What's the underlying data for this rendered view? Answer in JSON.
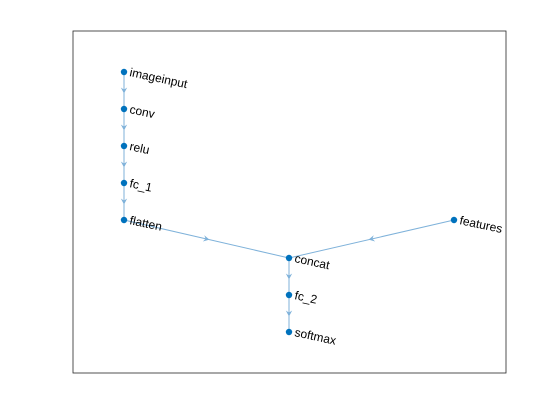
{
  "graph": {
    "nodes": [
      {
        "id": "imageinput",
        "label": "imageinput"
      },
      {
        "id": "conv",
        "label": "conv"
      },
      {
        "id": "relu",
        "label": "relu"
      },
      {
        "id": "fc_1",
        "label": "fc_1"
      },
      {
        "id": "flatten",
        "label": "flatten"
      },
      {
        "id": "features",
        "label": "features"
      },
      {
        "id": "concat",
        "label": "concat"
      },
      {
        "id": "fc_2",
        "label": "fc_2"
      },
      {
        "id": "softmax",
        "label": "softmax"
      }
    ],
    "edges": [
      {
        "from": "imageinput",
        "to": "conv"
      },
      {
        "from": "conv",
        "to": "relu"
      },
      {
        "from": "relu",
        "to": "fc_1"
      },
      {
        "from": "fc_1",
        "to": "flatten"
      },
      {
        "from": "flatten",
        "to": "concat"
      },
      {
        "from": "features",
        "to": "concat"
      },
      {
        "from": "concat",
        "to": "fc_2"
      },
      {
        "from": "fc_2",
        "to": "softmax"
      }
    ]
  },
  "colors": {
    "node": "#0072BD",
    "edge": "#7FB2DA",
    "axes_border": "#262626",
    "background": "#FFFFFF"
  }
}
